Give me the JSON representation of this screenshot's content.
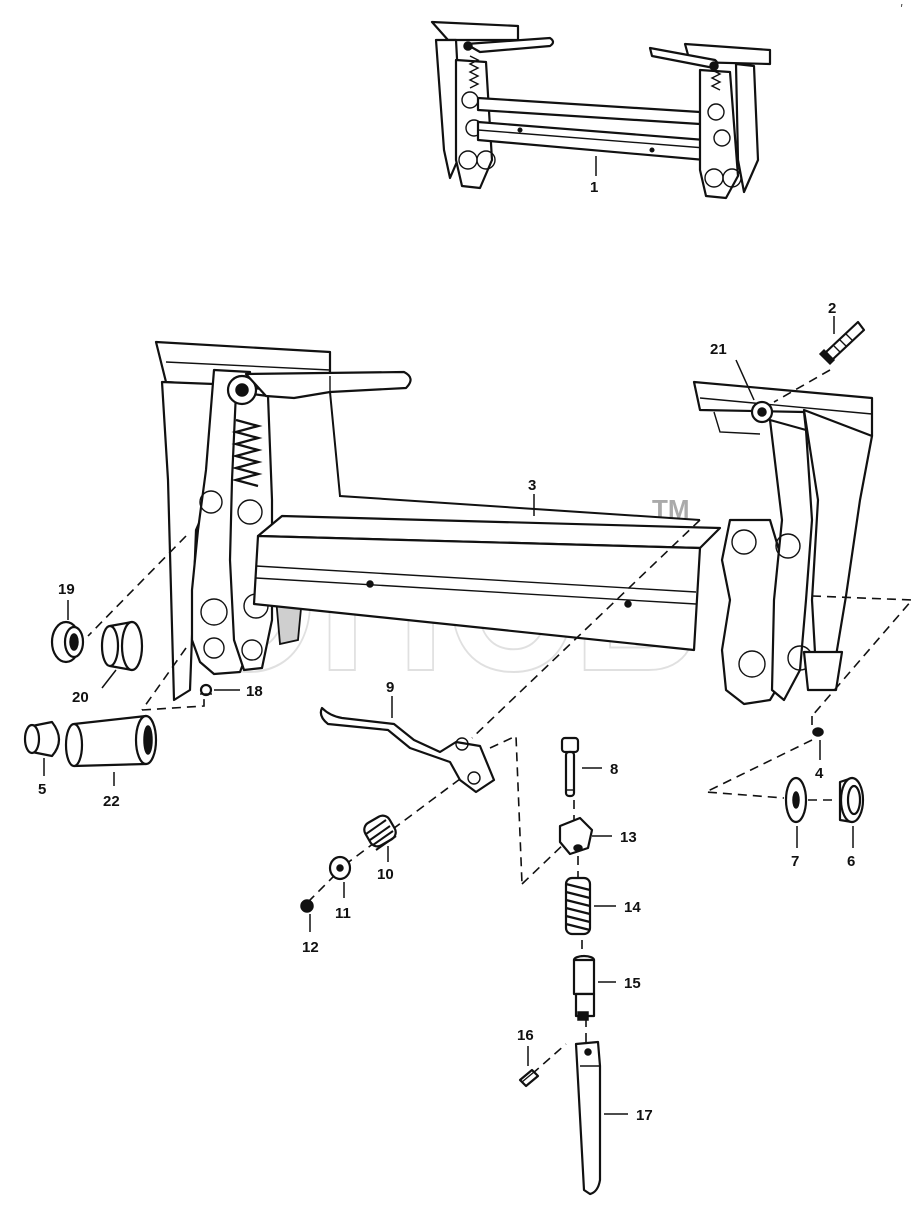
{
  "diagram": {
    "corner_mark": "ʹ",
    "watermark": {
      "text": "ОПСБ",
      "trademark": "TM"
    },
    "callouts": [
      {
        "id": "1",
        "label": "1"
      },
      {
        "id": "2",
        "label": "2"
      },
      {
        "id": "3",
        "label": "3"
      },
      {
        "id": "4",
        "label": "4"
      },
      {
        "id": "5",
        "label": "5"
      },
      {
        "id": "6",
        "label": "6"
      },
      {
        "id": "7",
        "label": "7"
      },
      {
        "id": "8",
        "label": "8"
      },
      {
        "id": "9",
        "label": "9"
      },
      {
        "id": "10",
        "label": "10"
      },
      {
        "id": "11",
        "label": "11"
      },
      {
        "id": "12",
        "label": "12"
      },
      {
        "id": "13",
        "label": "13"
      },
      {
        "id": "14",
        "label": "14"
      },
      {
        "id": "15",
        "label": "15"
      },
      {
        "id": "16",
        "label": "16"
      },
      {
        "id": "17",
        "label": "17"
      },
      {
        "id": "18",
        "label": "18"
      },
      {
        "id": "19",
        "label": "19"
      },
      {
        "id": "20",
        "label": "20"
      },
      {
        "id": "21",
        "label": "21"
      },
      {
        "id": "22",
        "label": "22"
      }
    ]
  }
}
